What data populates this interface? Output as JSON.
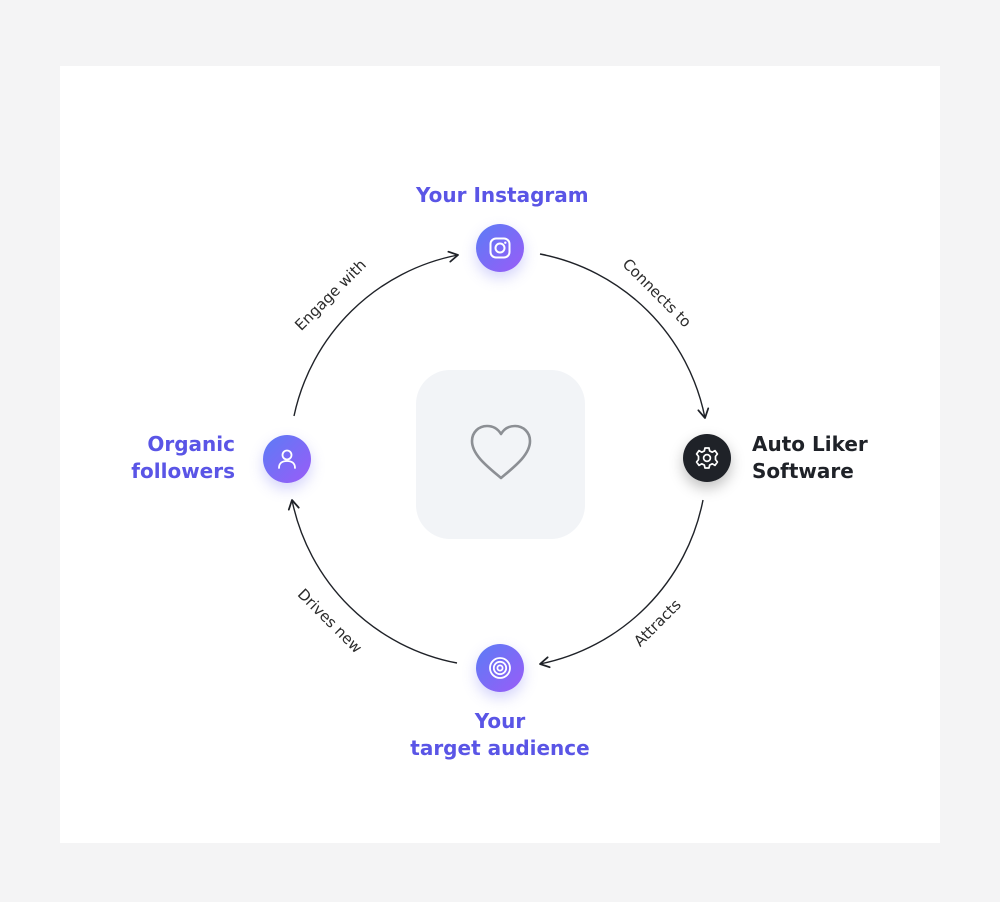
{
  "nodes": {
    "instagram": {
      "label": "Your Instagram",
      "icon": "instagram-icon"
    },
    "software": {
      "label_line1": "Auto Liker",
      "label_line2": "Software",
      "icon": "gear-icon"
    },
    "audience": {
      "label_line1": "Your",
      "label_line2": "target audience",
      "icon": "target-icon"
    },
    "followers": {
      "label_line1": "Organic",
      "label_line2": "followers",
      "icon": "user-icon"
    }
  },
  "center": {
    "icon": "heart-icon"
  },
  "edges": {
    "instagram_to_software": "Connects to",
    "software_to_audience": "Attracts",
    "audience_to_followers": "Drives new",
    "followers_to_instagram": "Engage with"
  },
  "colors": {
    "accent": "#5a55e6",
    "gradient_start": "#5b7cf6",
    "gradient_end": "#9a5cf7",
    "dark_node": "#1f2228"
  }
}
